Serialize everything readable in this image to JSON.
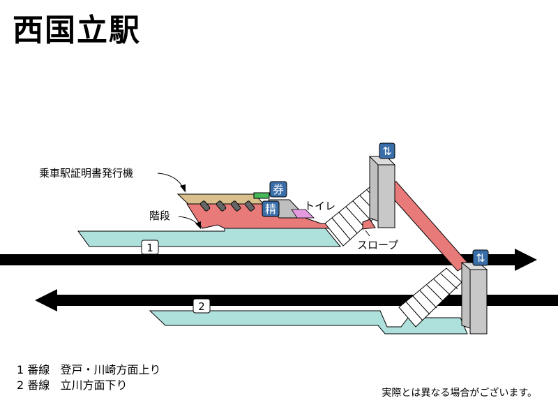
{
  "station": {
    "name": "西国立駅"
  },
  "labels": {
    "certificate_machine": "乗車駅証明書発行機",
    "stairs": "階段",
    "toilet": "トイレ",
    "slope": "スロープ"
  },
  "signs": {
    "ticket": "券",
    "fare_adjust": "精",
    "elevator_symbol": "⇅"
  },
  "platforms": [
    {
      "number": "1"
    },
    {
      "number": "2"
    }
  ],
  "legend": [
    {
      "track": "1 番線",
      "direction": "登戸・川崎方面上り"
    },
    {
      "track": "2 番線",
      "direction": "立川方面下り"
    }
  ],
  "note": "実際とは異なる場合がございます。",
  "colors": {
    "platform": "#aee0dc",
    "concourse": "#e87a7a",
    "ticket_area": "#d9c08c",
    "elevator": "#c0c0c0",
    "sign": "#3a6ea8",
    "track": "#000000",
    "toilet": "#e59ae0",
    "green_strip": "#45b85a"
  }
}
